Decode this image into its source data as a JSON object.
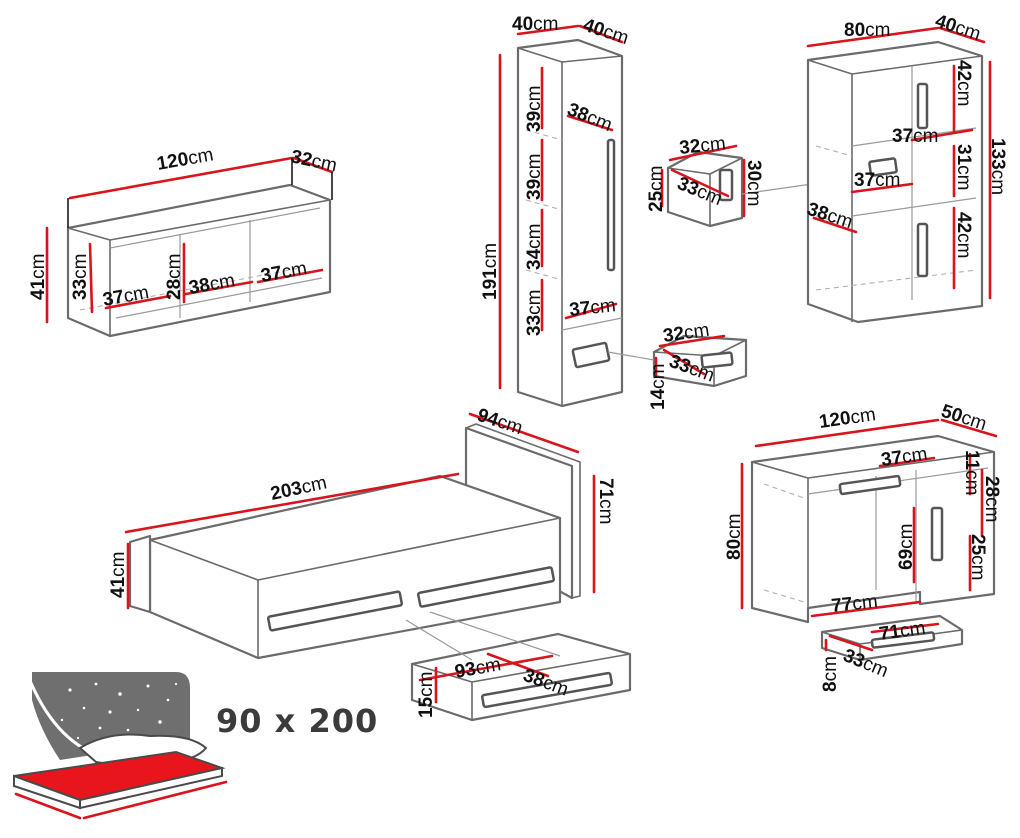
{
  "size_label": "90x200",
  "size_label_display": "90 x 200",
  "colors": {
    "dimension_line": "#d8141c",
    "outline": "#6b6b6b",
    "mattress": "#e8161c",
    "night_sky": "#6f6f6f"
  },
  "icons": [
    "bed-size-icon",
    "star-icon"
  ],
  "furniture": [
    {
      "name": "wall-shelf",
      "dimensions": [
        "120cm",
        "32cm",
        "41cm",
        "33cm",
        "28cm",
        "37cm",
        "38cm",
        "37cm"
      ]
    },
    {
      "name": "tall-wardrobe",
      "dimensions": [
        "40cm",
        "40cm",
        "191cm",
        "39cm",
        "39cm",
        "34cm",
        "33cm",
        "38cm",
        "37cm"
      ]
    },
    {
      "name": "small-drawer",
      "dimensions": [
        "32cm",
        "33cm",
        "25cm",
        "30cm"
      ]
    },
    {
      "name": "bookcase",
      "dimensions": [
        "80cm",
        "40cm",
        "133cm",
        "42cm",
        "31cm",
        "42cm",
        "37cm",
        "37cm",
        "38cm"
      ]
    },
    {
      "name": "wardrobe-drawer",
      "dimensions": [
        "32cm",
        "33cm",
        "14cm"
      ]
    },
    {
      "name": "bed",
      "dimensions": [
        "203cm",
        "94cm",
        "71cm",
        "41cm"
      ]
    },
    {
      "name": "bed-drawer",
      "dimensions": [
        "93cm",
        "38cm",
        "15cm"
      ]
    },
    {
      "name": "desk",
      "dimensions": [
        "120cm",
        "50cm",
        "80cm",
        "37cm",
        "11cm",
        "28cm",
        "69cm",
        "25cm",
        "77cm"
      ]
    },
    {
      "name": "desk-drawer",
      "dimensions": [
        "71cm",
        "33cm",
        "8cm"
      ]
    }
  ]
}
